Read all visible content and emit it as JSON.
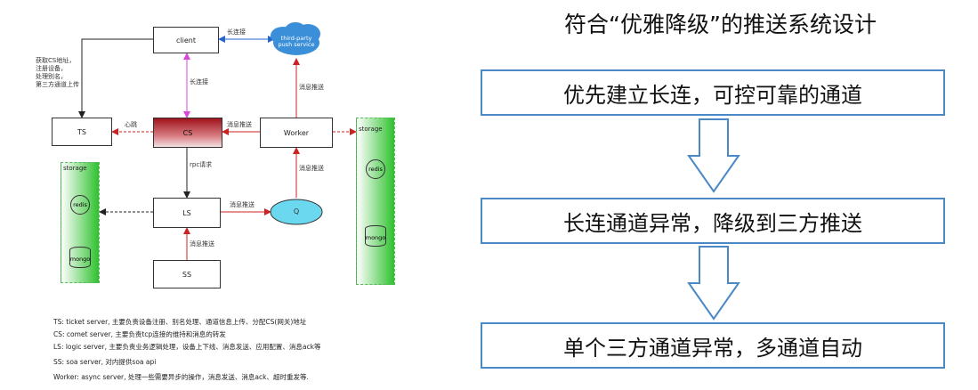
{
  "diagram": {
    "nodes": {
      "client": "client",
      "third_party": "third-party\npush service",
      "ts": "TS",
      "cs": "CS",
      "worker": "Worker",
      "ls": "LS",
      "q": "Q",
      "ss": "SS",
      "redis_left": "redis",
      "mongo_left": "mongo",
      "redis_right": "redis",
      "mongo_right": "mongo"
    },
    "storage_left_label": "storage",
    "storage_right_label": "storage",
    "edges": {
      "client_third": "长连接",
      "client_cs": "长连接",
      "ts_note": "获取CS地址，\n注册设备，\n处理别名，\n第三方通道上传",
      "heartbeat": "心跳",
      "worker_cs": "消息推送",
      "worker_third": "消息推送",
      "cs_ls": "rpc请求",
      "ls_q": "消息推送",
      "q_worker": "消息推送",
      "ss_ls": "消息推送"
    },
    "legend": [
      "TS: ticket server, 主要负责设备注册、别名处理、通道信息上传、分配CS(网关)地址",
      "CS: comet server, 主要负责tcp连接的维持和消息的转发",
      "LS: logic server, 主要负责业务逻辑处理，设备上下线、消息发送、应用配置、消息ack等",
      "SS: soa server, 对内提供soa api",
      "Worker: async server, 处理一些需要异步的操作，消息发送、消息ack、超时重发等."
    ]
  },
  "slide": {
    "title": "符合“优雅降级”的推送系统设计",
    "steps": [
      "优先建立长连，可控可靠的通道",
      "长连通道异常，降级到三方推送",
      "单个三方通道异常，多通道自动"
    ]
  },
  "colors": {
    "cs_fill": "#a0121c",
    "storage_green": "#2ec12e",
    "q_fill": "#6cd8f0",
    "cloud_fill": "#3b8fd9",
    "step_border": "#4a88c6",
    "dashed_red": "#d9534f",
    "magenta": "#d946d9"
  }
}
